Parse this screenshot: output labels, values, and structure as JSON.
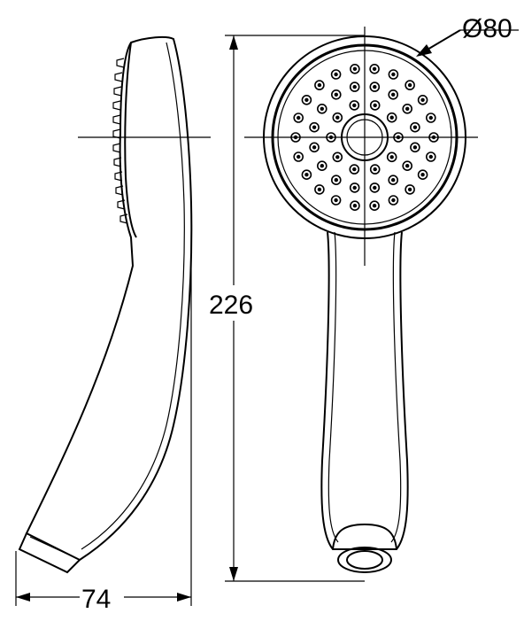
{
  "dimensions": {
    "diameter_label": "Ø80",
    "height_label": "226",
    "width_label": "74"
  }
}
